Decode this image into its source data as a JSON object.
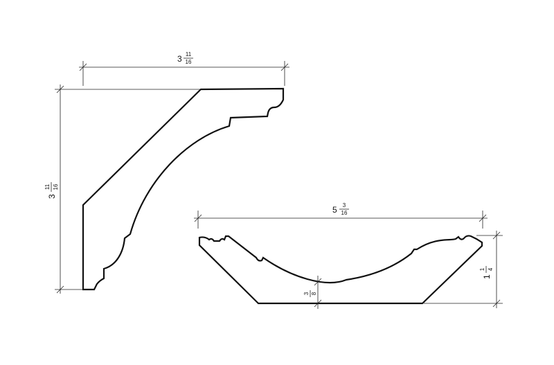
{
  "drawing": {
    "crown_profile": {
      "width_dimension": {
        "whole": "3",
        "numerator": "11",
        "denominator": "16"
      },
      "height_dimension": {
        "whole": "3",
        "numerator": "11",
        "denominator": "16"
      }
    },
    "flat_profile": {
      "width_dimension": {
        "whole": "5",
        "numerator": "3",
        "denominator": "16"
      },
      "height_dimension": {
        "whole": "1",
        "numerator": "1",
        "denominator": "4"
      },
      "thickness_dimension": {
        "numerator": "3",
        "denominator": "8"
      }
    },
    "colors": {
      "line": "#111111",
      "background": "#ffffff"
    }
  }
}
